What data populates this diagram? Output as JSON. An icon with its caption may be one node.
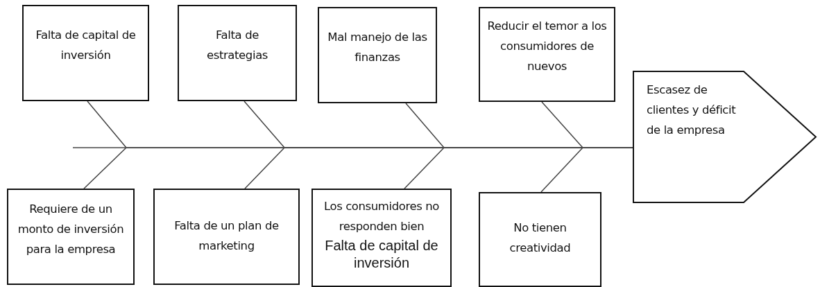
{
  "diagram": {
    "nodes": [
      {
        "text": [
          "Falta de capital de inversión"
        ]
      },
      {
        "text": [
          "Falta de estrategias"
        ]
      },
      {
        "text": [
          "Mal manejo de las finanzas"
        ]
      },
      {
        "text": [
          "Reducir el temor a los consumidores de nuevos"
        ]
      },
      {
        "text": [
          "Requiere de un monto de inversión para la empresa"
        ]
      },
      {
        "text": [
          "Falta de un plan de marketing"
        ]
      },
      {
        "text": [
          "Los consumidores no responden bien",
          "Falta de capital de inversión"
        ]
      },
      {
        "text": [
          "No tienen creatividad"
        ]
      },
      {
        "text": [
          "Escasez de clientes y déficit de la empresa"
        ]
      }
    ],
    "edges": [
      {
        "from": 0,
        "to": 8,
        "arrow": "none"
      },
      {
        "from": 1,
        "to": 8,
        "arrow": "none"
      },
      {
        "from": 2,
        "to": 8,
        "arrow": "none"
      },
      {
        "from": 3,
        "to": 8,
        "arrow": "none"
      },
      {
        "from": 4,
        "to": 8,
        "arrow": "none"
      },
      {
        "from": 5,
        "to": 8,
        "arrow": "none"
      },
      {
        "from": 6,
        "to": 8,
        "arrow": "none"
      },
      {
        "from": 7,
        "to": 8,
        "arrow": "none"
      }
    ]
  }
}
